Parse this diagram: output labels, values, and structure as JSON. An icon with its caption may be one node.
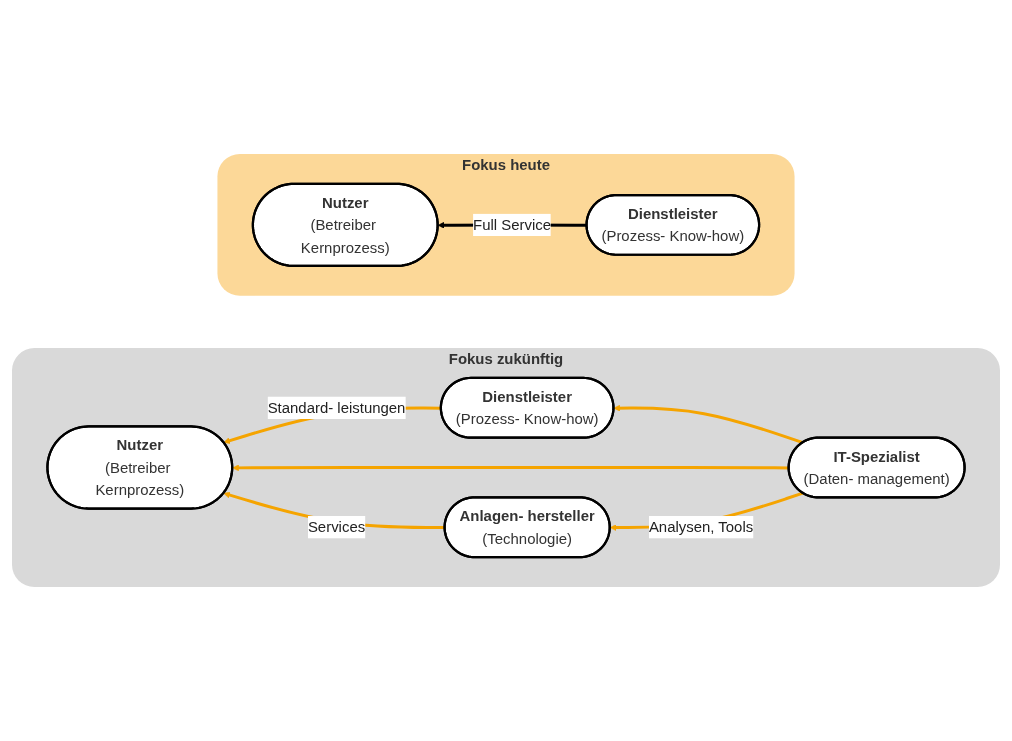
{
  "diagram": {
    "nodes": [
      {
        "text": [
          "Fokus heute"
        ]
      },
      {
        "text": [
          "Nutzer",
          "(Betreiber Kernprozess)"
        ],
        "in": 0
      },
      {
        "text": [
          "Dienstleister",
          "(Prozess- Know-how)"
        ],
        "in": 0
      },
      {
        "text": [
          "Fokus zukünftig"
        ]
      },
      {
        "text": [
          "Nutzer",
          "(Betreiber Kernprozess)"
        ],
        "in": 3
      },
      {
        "text": [
          "Dienstleister",
          "(Prozess- Know-how)"
        ],
        "in": 3
      },
      {
        "text": [
          "Anlagen- hersteller",
          "(Technologie)"
        ],
        "in": 3
      },
      {
        "text": [
          "IT-Spezialist",
          "(Daten- management)"
        ],
        "in": 3
      }
    ],
    "edges": [
      {
        "from": 2,
        "to": 1,
        "arrow": "to",
        "label": "Full Service",
        "color": "#000000"
      },
      {
        "from": 5,
        "to": 4,
        "arrow": "to",
        "label": "Standard- leistungen"
      },
      {
        "from": 7,
        "to": 4,
        "arrow": "to"
      },
      {
        "from": 6,
        "to": 4,
        "arrow": "to",
        "label": "Services"
      },
      {
        "from": 7,
        "to": 5,
        "arrow": "to"
      },
      {
        "from": 7,
        "to": 6,
        "arrow": "to",
        "label": "Analysen, Tools"
      }
    ]
  }
}
